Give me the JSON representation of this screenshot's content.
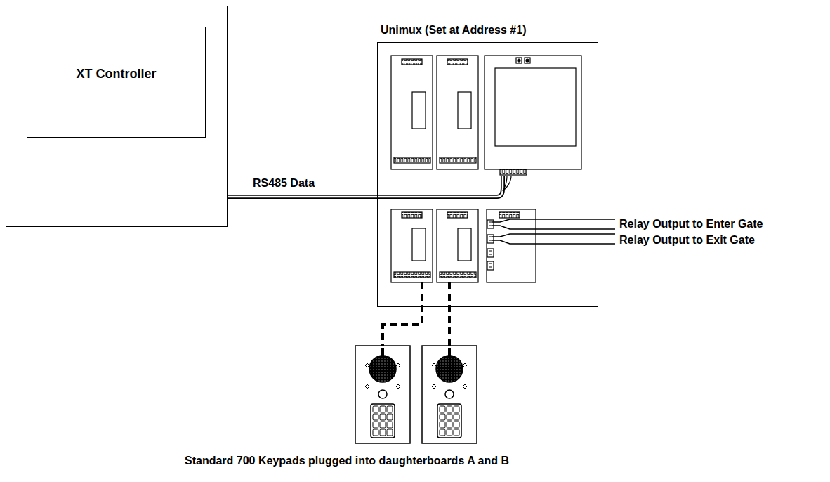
{
  "diagram": {
    "nodes": [
      {
        "text": [
          "XT Controller"
        ]
      },
      {
        "text": [
          "Unimux (Set at Address #1)"
        ]
      }
    ],
    "edges": [
      {
        "from": 0,
        "to": 1,
        "arrow": "none",
        "label": "RS485 Data"
      }
    ],
    "labels": [
      "Relay Output to Enter Gate",
      "Relay Output to Exit Gate",
      "Standard 700 Keypads plugged into daughterboards A and B"
    ]
  }
}
